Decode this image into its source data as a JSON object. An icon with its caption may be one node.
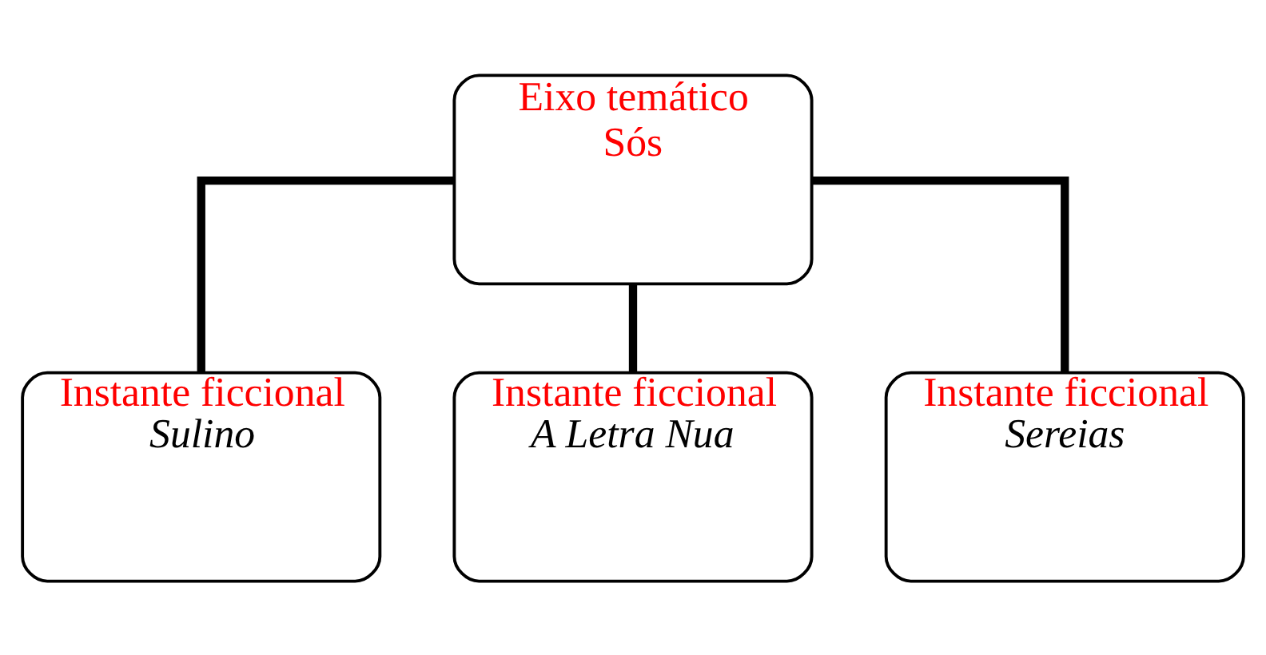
{
  "diagram": {
    "nodes": [
      {
        "text": [
          "Eixo temático",
          "Sós"
        ]
      },
      {
        "text": [
          "Instante ficcional",
          "Sulino"
        ]
      },
      {
        "text": [
          "Instante ficcional",
          "A Letra Nua"
        ]
      },
      {
        "text": [
          "Instante ficcional",
          "Sereias"
        ]
      }
    ],
    "edges": [
      {
        "from": 0,
        "to": 1,
        "arrow": "none"
      },
      {
        "from": 0,
        "to": 2,
        "arrow": "none"
      },
      {
        "from": 0,
        "to": 3,
        "arrow": "none"
      }
    ]
  }
}
